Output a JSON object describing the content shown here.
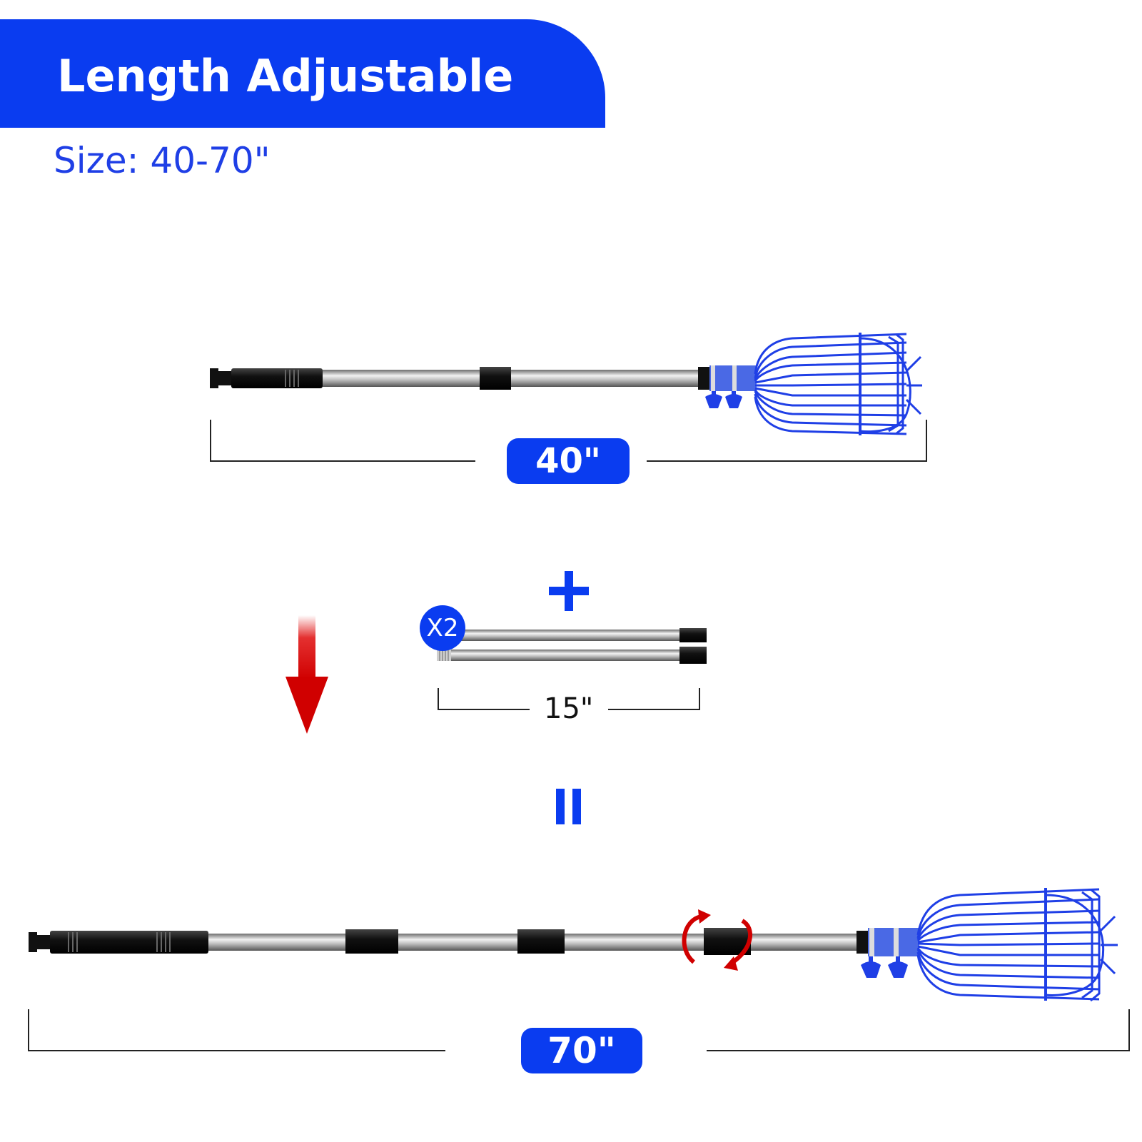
{
  "header": {
    "title": "Length Adjustable"
  },
  "subtitle": "Size: 40-70\"",
  "short_tool": {
    "length_label": "40\""
  },
  "extension": {
    "quantity_badge": "X2",
    "length_label": "15\""
  },
  "long_tool": {
    "length_label": "70\""
  },
  "colors": {
    "brand": "#0a3cf0",
    "arrow": "#d90000",
    "basket": "#1f3fe6"
  }
}
